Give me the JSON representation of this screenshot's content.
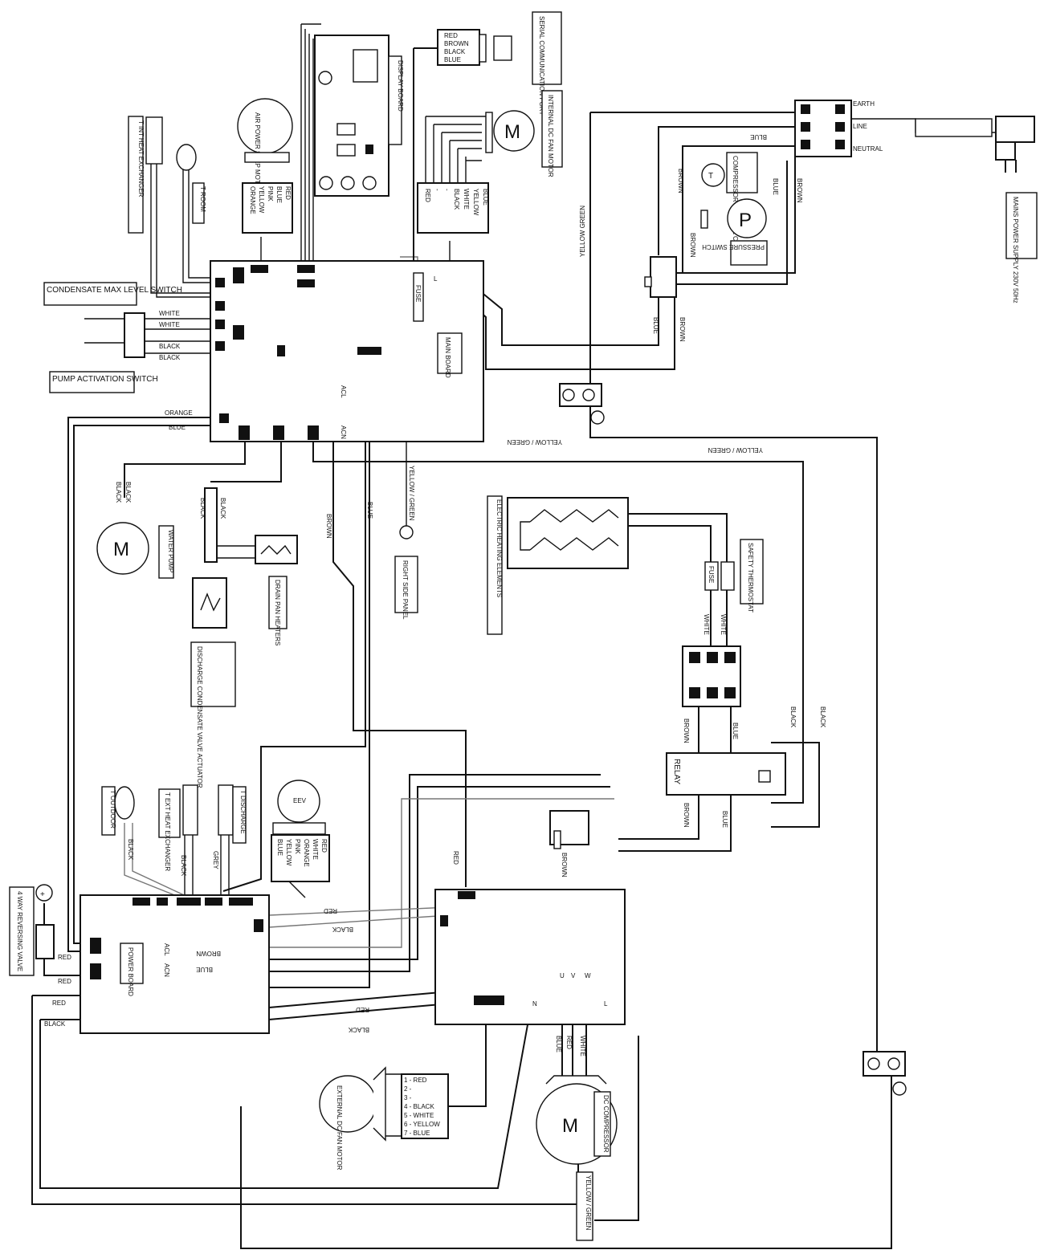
{
  "components": {
    "display_board": "DISPLAY BOARD",
    "serial_port": "SERIAL COMMUNICATION PORT",
    "serial_wires": [
      "RED",
      "BROWN",
      "BLACK",
      "BLUE"
    ],
    "internal_fan": "INTERNAL DC FAN MOTOR",
    "louver_motor": "AIR POWER STEP MOTOR",
    "louver_wires": [
      "ORANGE",
      "YELLOW",
      "PINK",
      "BLUE",
      "RED"
    ],
    "fan_wires": [
      "RED",
      "-",
      "-",
      "BLACK",
      "WHITE",
      "YELLOW",
      "BLUE"
    ],
    "t_int_heat_exchanger": "T INT HEAT EXCHANGER",
    "t_room": "T ROOM",
    "condensate_switch": "CONDENSATE MAX LEVEL SWITCH",
    "pump_switch": "PUMP ACTIVATION SWITCH",
    "main_board": "MAIN BOARD",
    "fuse": "FUSE",
    "mains_power": "MAINS POWER SUPPLY 230V 50Hz",
    "compressor_overload": "COMPRESSOR THERMAL CUT OUT",
    "pressure_switch": "PRESSURE SWITCH",
    "water_pump": "WATER PUMP",
    "drain_heaters": "DRAIN PAN HEATERS",
    "discharge_actuator": "DISCHARGE CONDENSATE VALVE ACTUATOR",
    "right_side_panel": "RIGHT SIDE PANEL",
    "electric_heating": "ELECTRIC HEATING ELEMENTS",
    "safety_thermostat": "SAFETY THERMOSTAT",
    "relay": "RELAY",
    "t_outdoor": "T OUTDOOR",
    "t_ext_heat_exchanger": "T EXT HEAT EXCHANGER",
    "t_discharge": "T DISCHARGE",
    "eev": "EEV",
    "eev_wires": [
      "BLUE",
      "YELLOW",
      "PINK",
      "ORANGE",
      "WHITE",
      "RED"
    ],
    "four_way_valve": "4 WAY REVERSING VALVE",
    "power_board": "POWER BOARD",
    "external_fan": "EXTERNAL DC FAN MOTOR",
    "ext_fan_wires": [
      "1 - RED",
      "2 -",
      "3 -",
      "4 - BLACK",
      "5 - WHITE",
      "6 - YELLOW",
      "7 - BLUE"
    ],
    "compressor": "DC COMPRESSOR"
  },
  "wire_labels": {
    "white": "WHITE",
    "black": "BLACK",
    "blue": "BLUE",
    "brown": "BROWN",
    "orange": "ORANGE",
    "red": "RED",
    "grey": "GREY",
    "yellow_green": "YELLOW / GREEN",
    "yellow_green_alt": "YELLOW GREEN"
  },
  "terminals": {
    "earth": "EARTH",
    "line": "LINE",
    "neutral": "NEUTRAL",
    "l": "L",
    "n": "N",
    "acl": "ACL",
    "acn": "ACN",
    "u": "U",
    "v": "V",
    "w": "W"
  }
}
